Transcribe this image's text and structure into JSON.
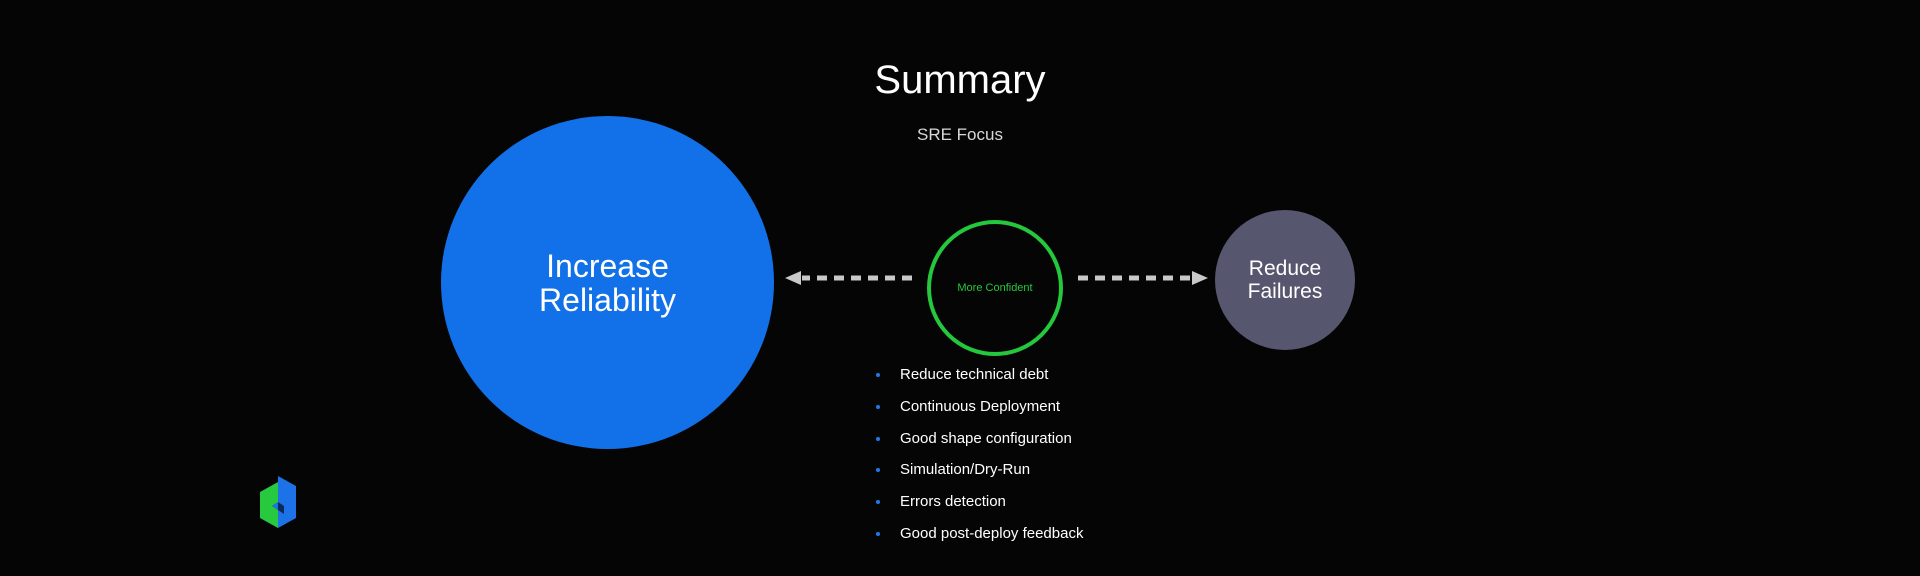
{
  "slide": {
    "title": "Summary",
    "subtitle": "SRE Focus"
  },
  "diagram": {
    "center": {
      "label": "More Confident",
      "ring_color": "#25c73d",
      "text_color": "#25c73d"
    },
    "left": {
      "label": "Increase\nReliability",
      "fill_color": "#1271e8"
    },
    "right": {
      "label": "Reduce\nFailures",
      "fill_color": "#56566e"
    },
    "arrow_color": "#c9c9c9"
  },
  "benefits": {
    "bullet_color": "#1f7ae6",
    "items": [
      "Reduce technical debt",
      "Continuous Deployment",
      "Good shape configuration",
      "Simulation/Dry-Run",
      "Errors detection",
      "Good post-deploy feedback"
    ]
  },
  "logo": {
    "icon": "cube-logo-icon",
    "colors": [
      "#27c93f",
      "#1c72e6",
      "#0a2a5c"
    ]
  }
}
